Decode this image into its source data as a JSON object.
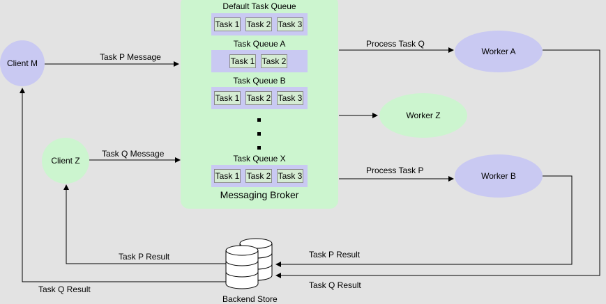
{
  "broker": {
    "label": "Messaging Broker",
    "queues": [
      {
        "title": "Default Task Queue",
        "tasks": [
          "Task 1",
          "Task 2",
          "Task 3"
        ]
      },
      {
        "title": "Task Queue A",
        "tasks": [
          "Task 1",
          "Task 2"
        ]
      },
      {
        "title": "Task Queue B",
        "tasks": [
          "Task 1",
          "Task 2",
          "Task 3"
        ]
      },
      {
        "title": "Task Queue X",
        "tasks": [
          "Task 1",
          "Task 2",
          "Task 3"
        ]
      }
    ]
  },
  "nodes": {
    "client_m": "Client M",
    "client_z": "Client Z",
    "worker_a": "Worker A",
    "worker_z": "Worker Z",
    "worker_b": "Worker B",
    "backend_store": "Backend Store"
  },
  "edges": {
    "task_p_message": "Task P Message",
    "task_q_message": "Task Q Message",
    "process_task_q": "Process Task Q",
    "process_task_p": "Process Task P",
    "task_p_result_in": "Task P Result",
    "task_q_result_in": "Task Q Result",
    "task_p_result_out": "Task P Result",
    "task_q_result_out": "Task Q Result"
  },
  "colors": {
    "background": "#e3e3e3",
    "green_fill": "#ccf5cf",
    "purple_fill": "#c9c9f2",
    "task_fill": "#d5ecd3"
  }
}
